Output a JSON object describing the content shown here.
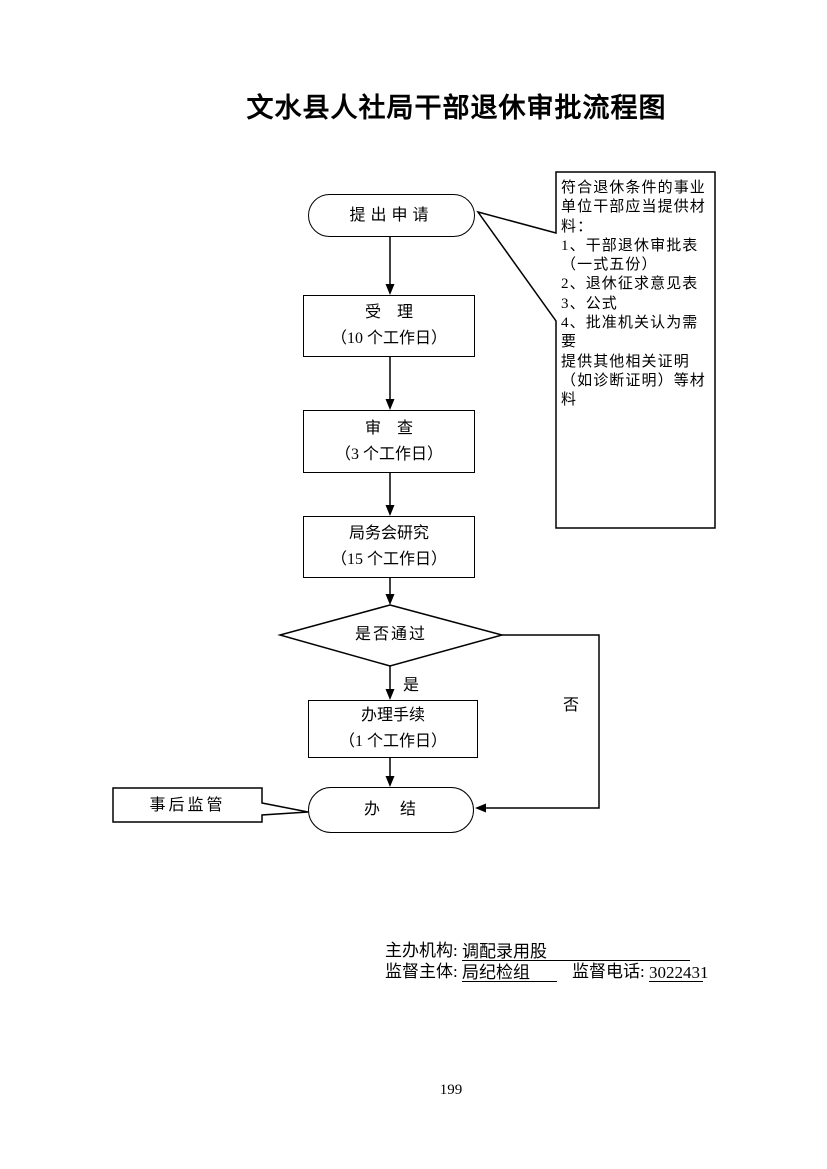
{
  "title": "文水县人社局干部退休审批流程图",
  "flowchart": {
    "start": "提出申请",
    "accept": "受　理\n（10 个工作日）",
    "review": "审　查\n（3 个工作日）",
    "meeting": "局务会研究\n（15 个工作日）",
    "decision": "是否通过",
    "yes_label": "是",
    "no_label": "否",
    "handle": "办理手续\n（1 个工作日）",
    "end": "办　结",
    "supervision": "事后监管",
    "materials_note": "符合退休条件的事业\n单位干部应当提供材\n料：\n1、干部退休审批表\n（一式五份）\n2、退休征求意见表\n3、公式\n4、批准机关认为需要\n提供其他相关证明\n（如诊断证明）等材\n料"
  },
  "footer": {
    "organizer_label": "主办机构: ",
    "organizer_value": "调配录用股",
    "supervisor_label": "监督主体: ",
    "supervisor_value": "局纪检组",
    "phone_label": "监督电话: ",
    "phone_value": "3022431"
  },
  "page_number": "199",
  "colors": {
    "line": "#000000",
    "background": "#ffffff"
  }
}
